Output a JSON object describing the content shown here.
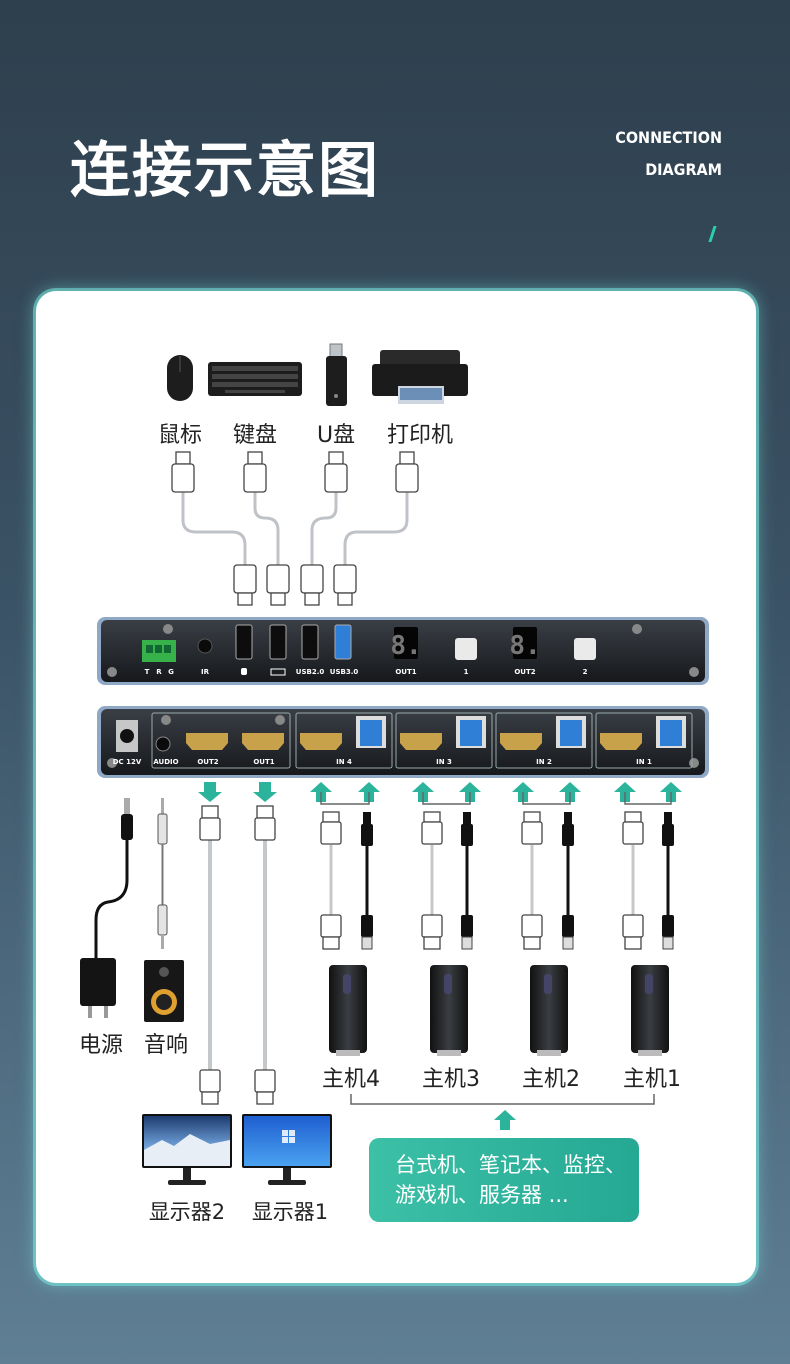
{
  "header": {
    "title": "连接示意图",
    "subtitle_line1": "CONNECTION",
    "subtitle_line2": "DIAGRAM"
  },
  "peripherals": [
    "鼠标",
    "键盘",
    "U盘",
    "打印机"
  ],
  "front_panel": {
    "ports": [
      "T",
      "R",
      "G",
      "IR",
      "USB2.0",
      "USB3.0"
    ],
    "displays": [
      "8.",
      "8."
    ],
    "labels": [
      "OUT1",
      "1",
      "OUT2",
      "2"
    ]
  },
  "back_panel": {
    "labels": [
      "DC 12V",
      "AUDIO",
      "OUT2",
      "OUT1",
      "IN 4",
      "IN 3",
      "IN 2",
      "IN 1"
    ]
  },
  "devices": {
    "power": "电源",
    "speaker": "音响",
    "hosts": [
      "主机4",
      "主机3",
      "主机2",
      "主机1"
    ],
    "monitors": [
      "显示器2",
      "显示器1"
    ]
  },
  "note": {
    "line1": "台式机、笔记本、监控、",
    "line2": "游戏机、服务器 ..."
  },
  "colors": {
    "accent": "#2bb39c",
    "panel": "#1c1f23",
    "usb3_blue": "#2f7fd6"
  }
}
